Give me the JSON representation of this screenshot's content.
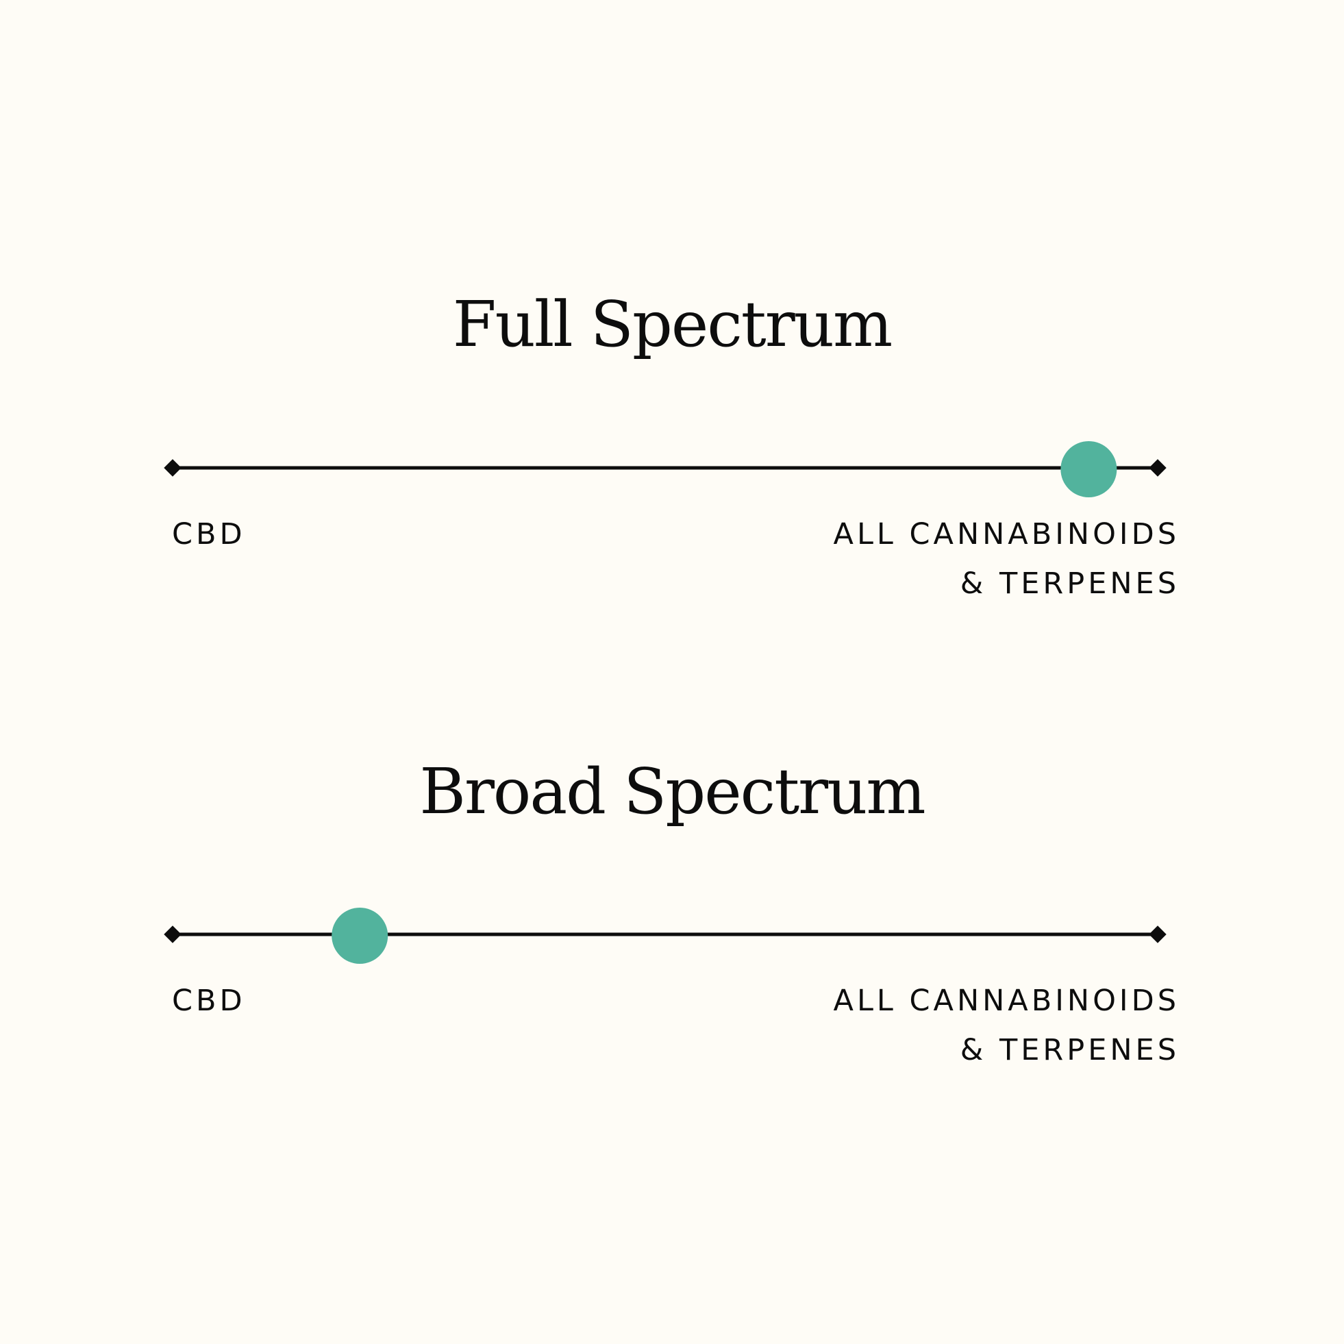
{
  "colors": {
    "background": "#FEFCF6",
    "line": "#0d0d0d",
    "marker": "#52B39D"
  },
  "scales": [
    {
      "title": "Full Spectrum",
      "left_label": "CBD",
      "right_label_line1": "ALL CANNABINOIDS",
      "right_label_line2": "& TERPENES",
      "marker_position": 0.93
    },
    {
      "title": "Broad Spectrum",
      "left_label": "CBD",
      "right_label_line1": "ALL CANNABINOIDS",
      "right_label_line2": "& TERPENES",
      "marker_position": 0.19
    }
  ]
}
